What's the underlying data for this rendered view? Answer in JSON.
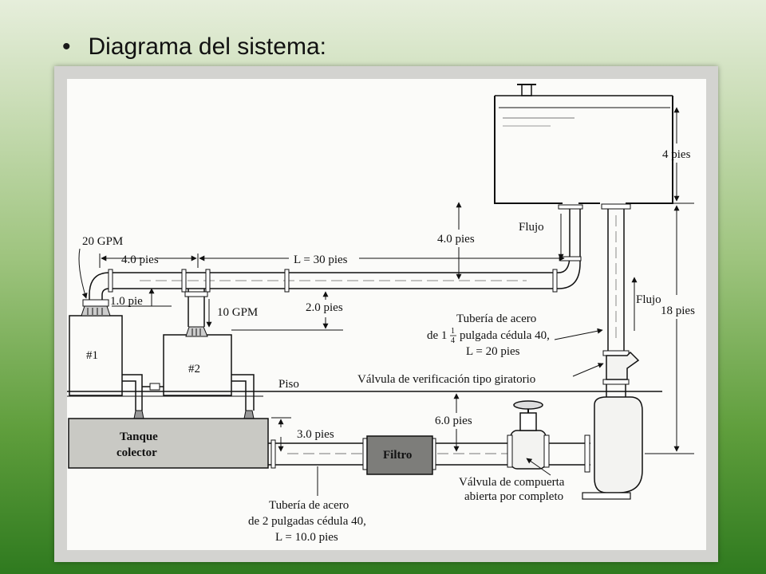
{
  "slide": {
    "bullet": "•",
    "title": "Diagrama del sistema:"
  },
  "diagram": {
    "flow_20": "20 GPM",
    "flow_10": "10 GPM",
    "dim_4_0_left": "4.0 pies",
    "dim_length_30": "L = 30 pies",
    "dim_4_0_right": "4.0 pies",
    "dim_1_0": "1.0 pie",
    "dim_2_0": "2.0 pies",
    "dim_4_top": "4 pies",
    "dim_18": "18 pies",
    "dim_3_0": "3.0 pies",
    "dim_6_0": "6.0 pies",
    "flujo_1": "Flujo",
    "flujo_2": "Flujo",
    "tank_1": "#1",
    "tank_2": "#2",
    "piso": "Piso",
    "collector_1": "Tanque",
    "collector_2": "colector",
    "filter": "Filtro",
    "pipe_small_1": "Tubería de acero",
    "pipe_small_2a": "de 1",
    "pipe_small_frac_num": "1",
    "pipe_small_frac_den": "4",
    "pipe_small_2b": "pulgada cédula 40,",
    "pipe_small_3": "L = 20 pies",
    "check_valve": "Válvula de verificación tipo giratorio",
    "gate_valve_1": "Válvula de compuerta",
    "gate_valve_2": "abierta por completo",
    "pipe_big_1": "Tubería de acero",
    "pipe_big_2": "de 2 pulgadas cédula 40,",
    "pipe_big_3": "L = 10.0 pies"
  }
}
